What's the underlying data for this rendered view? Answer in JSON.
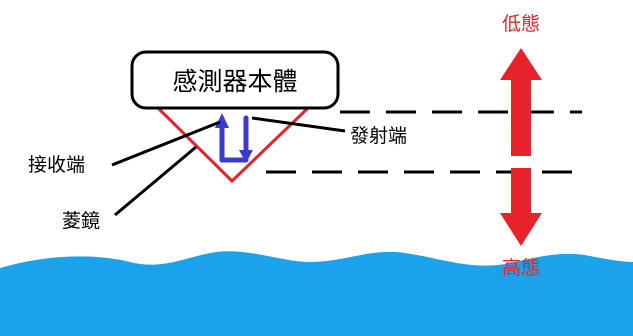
{
  "diagram": {
    "sensor_body_label": "感測器本體",
    "transmitter_label": "發射端",
    "receiver_label": "接收端",
    "prism_label": "菱鏡",
    "low_state_label": "低態",
    "high_state_label": "高態"
  },
  "colors": {
    "prism_outline": "#e8222a",
    "state_arrows": "#e8222a",
    "beam": "#3a3acf",
    "water": "#1aa3e8",
    "level_lines": "#000000"
  }
}
